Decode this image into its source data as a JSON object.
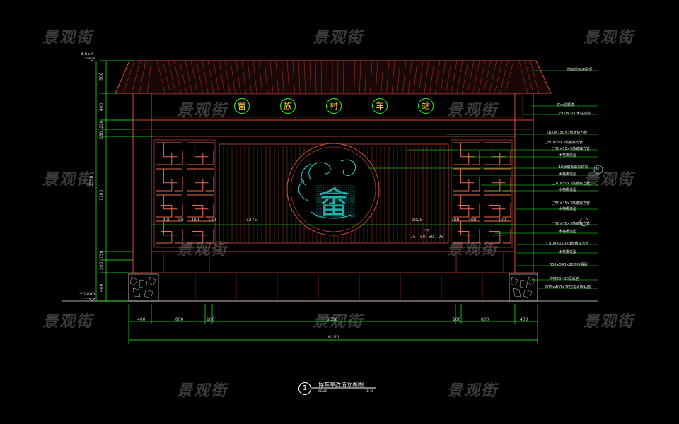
{
  "watermark": "景观街",
  "sign": {
    "chars": [
      "畲",
      "族",
      "村",
      "车",
      "站"
    ]
  },
  "center_emblem_char": "畲",
  "elevation_labels": {
    "top": "3.650",
    "ground": "±0.000"
  },
  "vertical_dims": [
    "500",
    "400",
    "210",
    "150",
    "3550",
    "1700",
    "150",
    "200",
    "400"
  ],
  "bottom_dims": {
    "row1": [
      "400",
      "800",
      "100",
      "3550",
      "100",
      "800",
      "400"
    ],
    "total": "6150"
  },
  "inner_dims": {
    "left": [
      "400",
      "50",
      "400",
      "100",
      "1275"
    ],
    "right": [
      "1025",
      "100",
      "400",
      "400"
    ],
    "center_small": [
      "75",
      "75",
      "50",
      "50",
      "75"
    ]
  },
  "callouts": [
    "筒瓦屋面坡屋顶",
    "实木匾额漆",
    "□300×300木柱油漆",
    "□100×150×3热镀锌方管",
    "□50×50×3热镀锌方管",
    "□70×50×3热镀锌方管",
    "木格栅造型",
    "10厚钢板激光切割",
    "木格栅造型",
    "□70×50×3热镀锌方管",
    "木格栅造型",
    "□50×35×3热镀锌方管",
    "木格栅造型",
    "□70×50×3热镀锌方管",
    "木格栅造型",
    "□100×150×3热镀锌方管",
    "木格栅造型",
    "600×540×20仿古青砖",
    "碎拼20~30厚板岩",
    "600×400×20仿古青砖贴面"
  ],
  "detail_marker": "D",
  "title_block": {
    "number": "1",
    "title": "候车亭改造立面图",
    "scale_label": "SCALE",
    "scale_value": "1: 30"
  }
}
